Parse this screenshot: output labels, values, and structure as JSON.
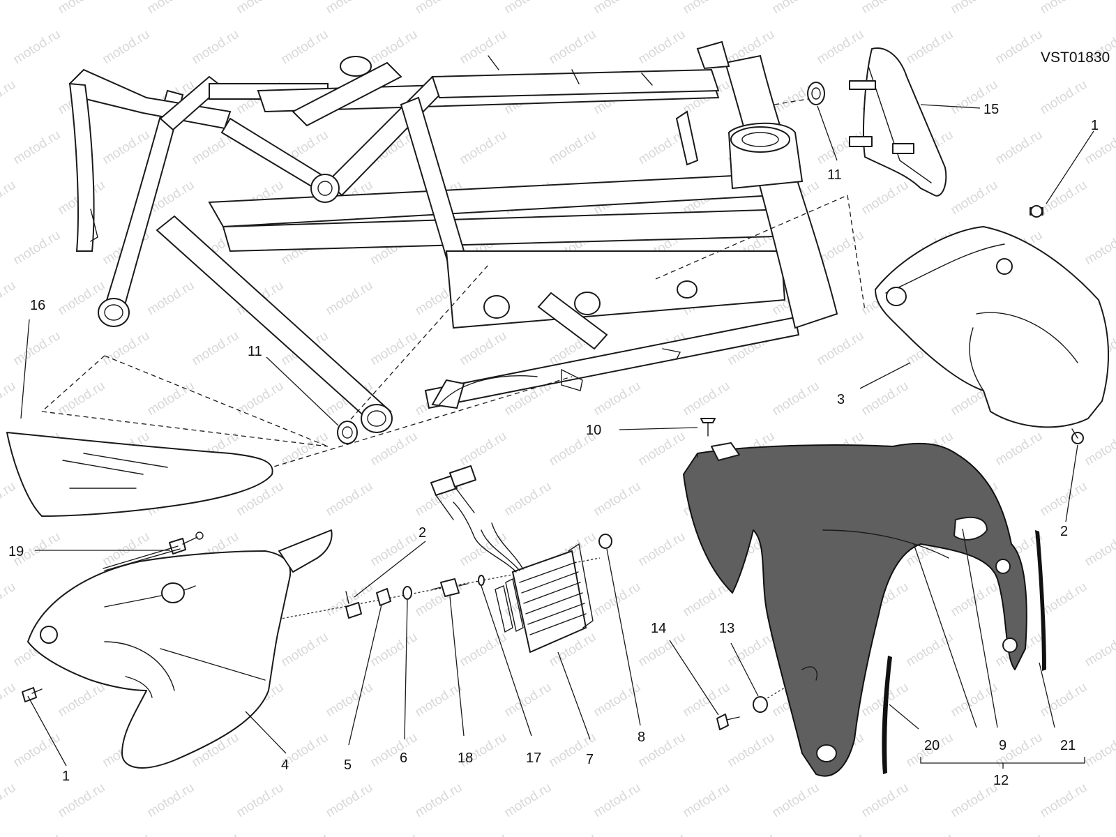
{
  "drawing_code": "VST01830",
  "watermark_text": "motod.ru",
  "colors": {
    "line": "#1a1a1a",
    "dark_fairing": "#5f5f5f",
    "watermark": "#b9b9b9",
    "background": "#ffffff"
  },
  "callouts": {
    "c1_top": "1",
    "c15": "15",
    "c11_top": "11",
    "c16": "16",
    "c11_left": "11",
    "c3": "3",
    "c10": "10",
    "c2_right": "2",
    "c19": "19",
    "c2_mid": "2",
    "c14": "14",
    "c13": "13",
    "c1_bottom": "1",
    "c4": "4",
    "c5": "5",
    "c6": "6",
    "c18": "18",
    "c17": "17",
    "c7": "7",
    "c8": "8",
    "c20": "20",
    "c9": "9",
    "c21": "21",
    "c12": "12"
  }
}
